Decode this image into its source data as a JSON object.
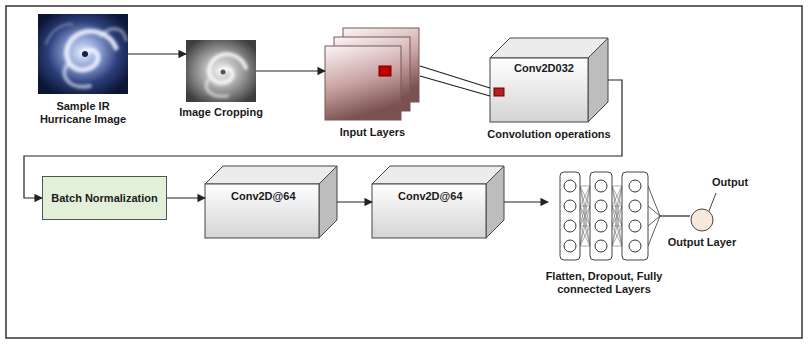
{
  "diagram": {
    "nodes": [
      {
        "text": [
          "Sample IR Hurricane Image"
        ]
      },
      {
        "text": [
          "Image Cropping"
        ]
      },
      {
        "text": [
          "Input Layers"
        ]
      },
      {
        "text": [
          "Conv2D032",
          "Convolution operations"
        ]
      },
      {
        "text": [
          "Batch Normalization"
        ]
      },
      {
        "text": [
          "Conv2D@64"
        ]
      },
      {
        "text": [
          "Conv2D@64"
        ]
      },
      {
        "text": [
          "Flatten, Dropout, Fully connected Layers"
        ]
      },
      {
        "text": [
          "Output",
          "Output Layer"
        ]
      }
    ],
    "edges": [
      {
        "from": 0,
        "to": 1,
        "arrow": "to"
      },
      {
        "from": 1,
        "to": 2,
        "arrow": "to"
      },
      {
        "from": 2,
        "to": 3,
        "arrow": "none"
      },
      {
        "from": 3,
        "to": 4,
        "arrow": "to"
      },
      {
        "from": 4,
        "to": 5,
        "arrow": "to"
      },
      {
        "from": 5,
        "to": 6,
        "arrow": "to"
      },
      {
        "from": 6,
        "to": 7,
        "arrow": "to"
      },
      {
        "from": 7,
        "to": 8,
        "arrow": "none"
      }
    ]
  }
}
